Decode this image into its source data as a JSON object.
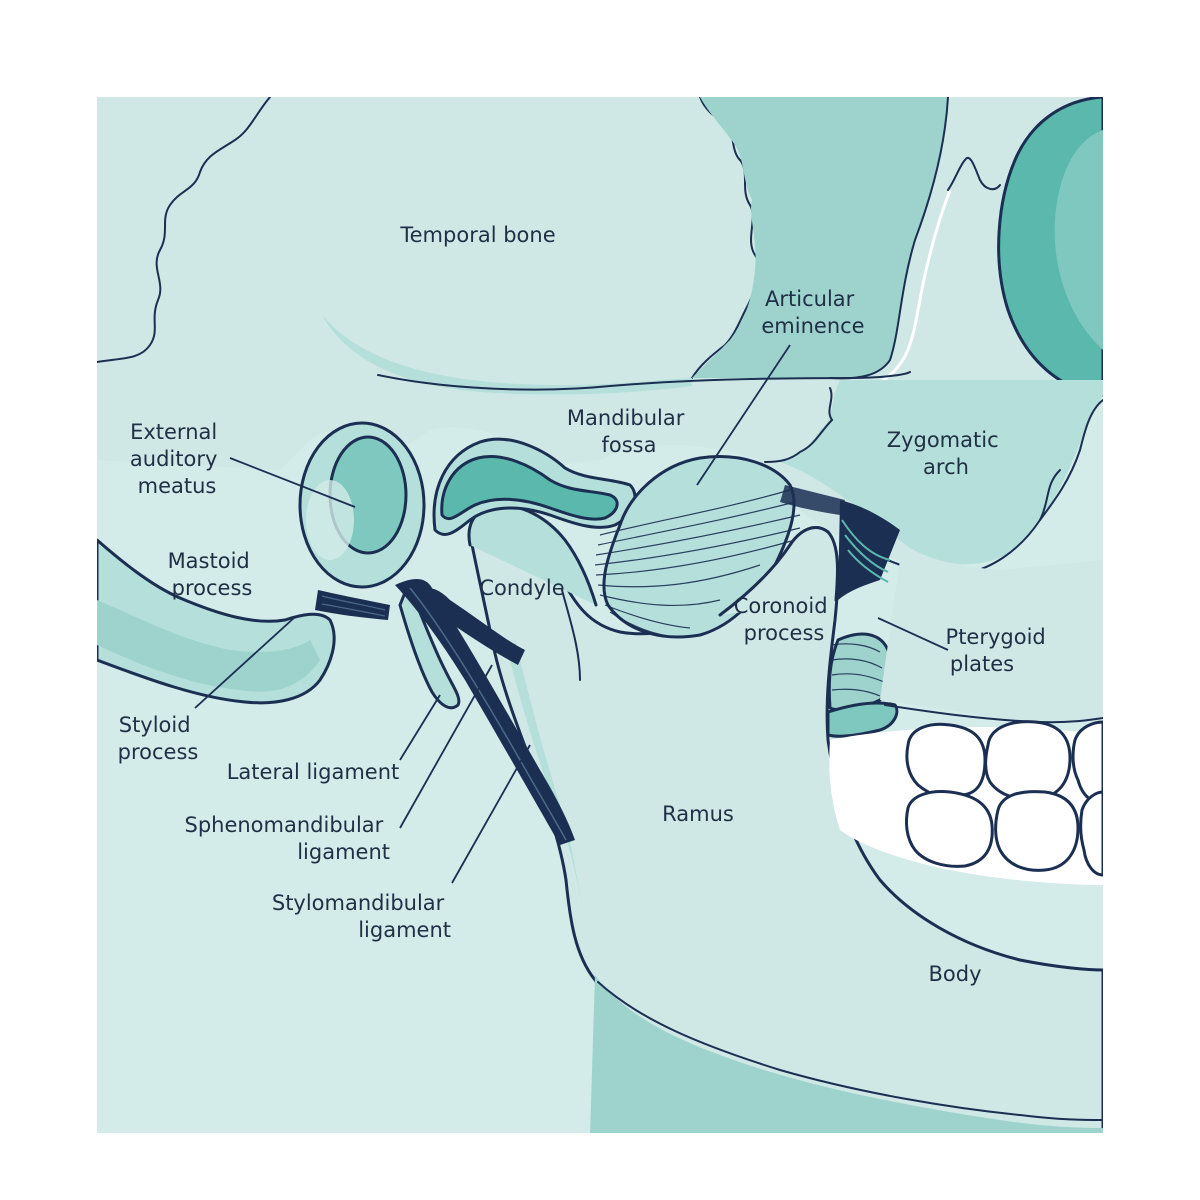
{
  "colors": {
    "background": "#ffffff",
    "bone_light": "#d3ebe9",
    "bone_mid": "#b5dfda",
    "bone_dark": "#9ed3cd",
    "cartilage": "#5bb8ad",
    "outline": "#1b2f52",
    "teeth": "#ffffff",
    "label_text": "#1f2f45"
  },
  "labels": {
    "temporal_bone": [
      "Temporal bone"
    ],
    "articular_eminence": [
      "Articular",
      "eminence"
    ],
    "mandibular_fossa": [
      "Mandibular",
      "fossa"
    ],
    "zygomatic_arch": [
      "Zygomatic",
      "arch"
    ],
    "external_auditory_meatus": [
      "External",
      "auditory",
      "meatus"
    ],
    "mastoid_process": [
      "Mastoid",
      "process"
    ],
    "condyle": [
      "Condyle"
    ],
    "coronoid_process": [
      "Coronoid",
      "process"
    ],
    "pterygoid_plates": [
      "Pterygoid",
      "plates"
    ],
    "styloid_process": [
      "Styloid",
      "process"
    ],
    "lateral_ligament": [
      "Lateral ligament"
    ],
    "sphenomandibular_ligament": [
      "Sphenomandibular",
      "ligament"
    ],
    "stylomandibular_ligament": [
      "Stylomandibular",
      "ligament"
    ],
    "ramus": [
      "Ramus"
    ],
    "body": [
      "Body"
    ]
  }
}
